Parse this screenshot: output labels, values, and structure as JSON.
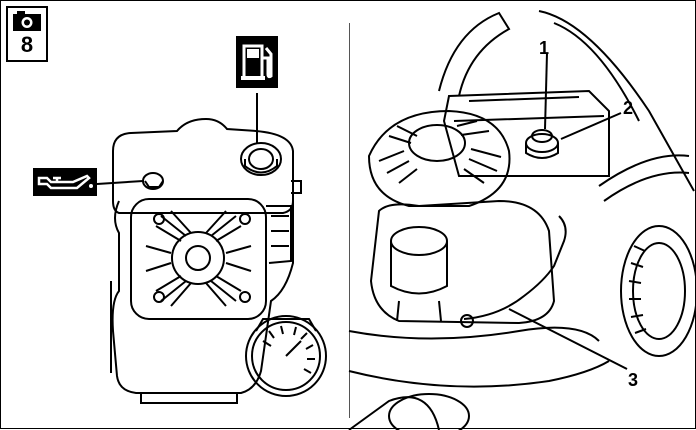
{
  "step_number": "8",
  "callouts": {
    "one": "1",
    "two": "2",
    "three": "3"
  },
  "icons": {
    "header": "camera-icon",
    "fuel": "fuel-pump-icon",
    "oil": "oil-can-icon"
  },
  "colors": {
    "line": "#000000",
    "background": "#ffffff"
  }
}
